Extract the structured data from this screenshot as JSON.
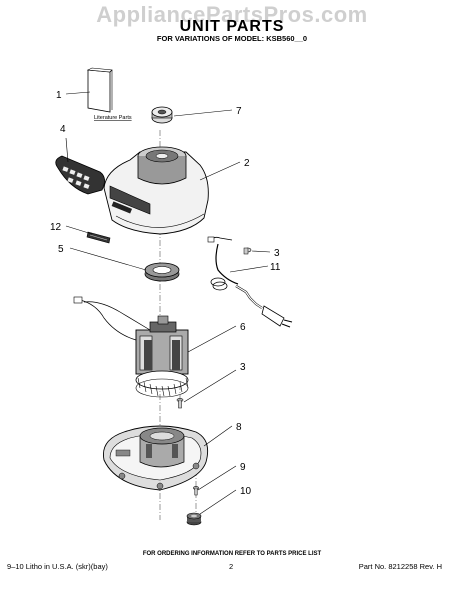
{
  "watermark": "AppliancePartsPros.com",
  "header": {
    "title": "UNIT PARTS",
    "subtitle": "FOR VARIATIONS OF MODEL: KSB560__0"
  },
  "literature_label": "Literature Parts",
  "callouts": [
    "1",
    "7",
    "4",
    "2",
    "12",
    "3",
    "5",
    "11",
    "6",
    "3",
    "8",
    "9",
    "10"
  ],
  "footer": {
    "order_note": "FOR ORDERING INFORMATION REFER TO PARTS PRICE LIST",
    "left": "9–10 Litho in U.S.A. (skr)(bay)",
    "page": "2",
    "part_no": "Part No. 8212258 Rev. H"
  }
}
